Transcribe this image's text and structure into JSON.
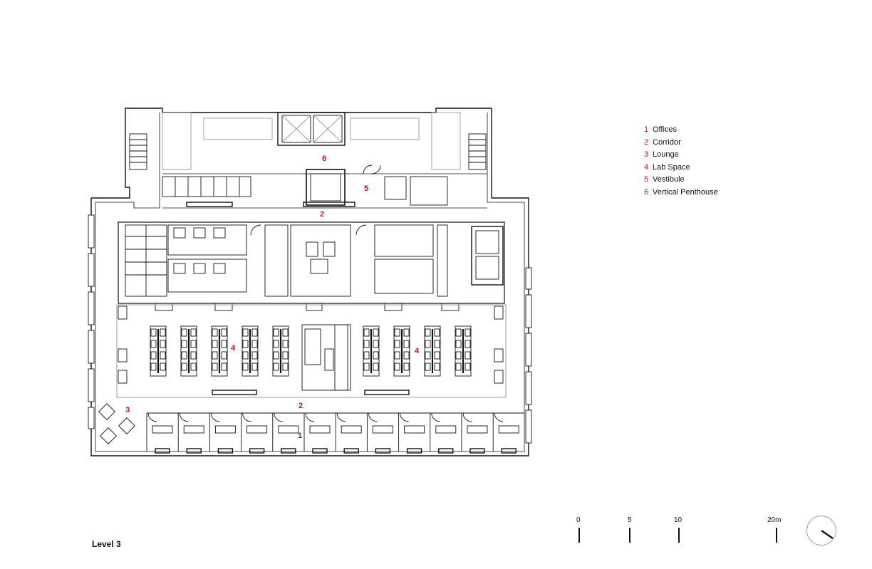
{
  "legend": [
    {
      "num": "1",
      "label": "Offices"
    },
    {
      "num": "2",
      "label": "Corridor"
    },
    {
      "num": "3",
      "label": "Lounge"
    },
    {
      "num": "4",
      "label": "Lab Space"
    },
    {
      "num": "5",
      "label": "Vestibule"
    },
    {
      "num": "6",
      "label": "Vertical Penthouse"
    }
  ],
  "level_label": "Level 3",
  "scale": {
    "labels": [
      "0",
      "5",
      "10",
      "20m"
    ]
  },
  "plan_tags": {
    "vertical_penthouse": "6",
    "vestibule": "5",
    "corridor_north": "2",
    "corridor_south": "2",
    "lab_west": "4",
    "lab_east": "4",
    "lounge": "3",
    "offices": "1"
  },
  "colors": {
    "tag": "#c8102e",
    "line": "#111111",
    "faint": "#9a9a9a"
  }
}
